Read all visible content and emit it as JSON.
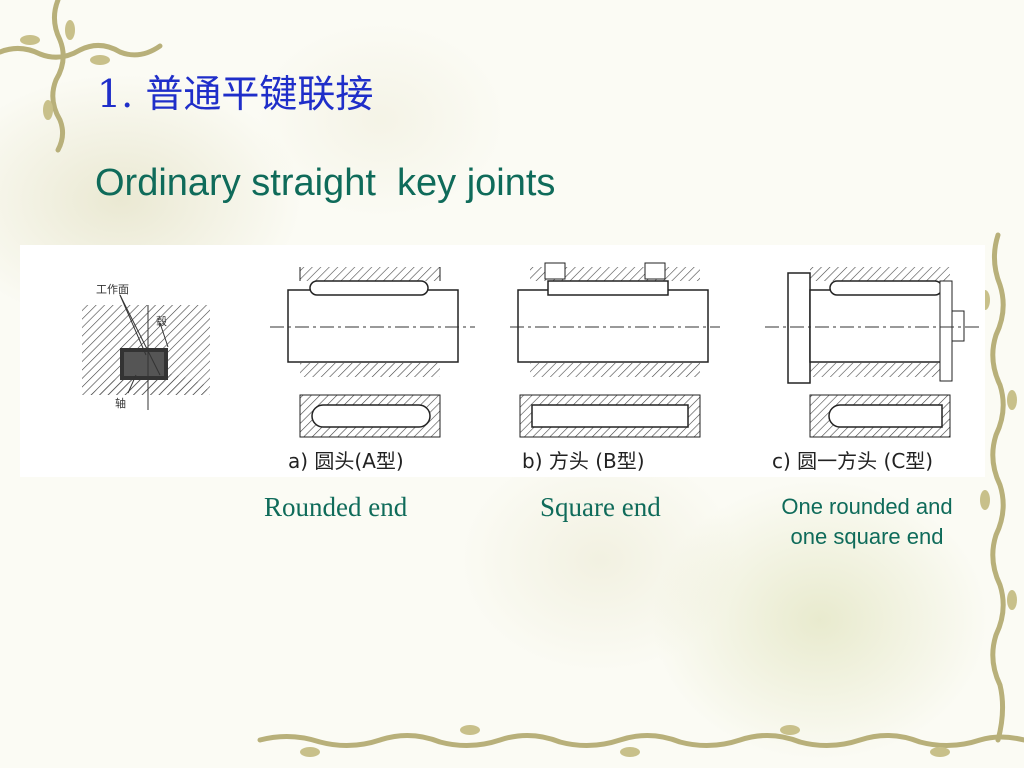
{
  "slide": {
    "title_zh": "1. 普通平键联接",
    "title_en": "Ordinary straight  key joints"
  },
  "figure": {
    "cross_section": {
      "label_working_face": "工作面",
      "label_hub": "毂",
      "label_shaft": "轴"
    },
    "captions": {
      "a": "a) 圆头(A型)",
      "b": "b) 方头 (B型)",
      "c": "c) 圆一方头 (C型)"
    }
  },
  "labels": {
    "rounded_end": "Rounded end",
    "square_end": "Square end",
    "one_rounded_line1": "One rounded and",
    "one_rounded_line2": "one square end"
  },
  "colors": {
    "title_blue": "#1f2ec9",
    "title_green": "#0f6b5a",
    "vine": "#b8b07a"
  }
}
